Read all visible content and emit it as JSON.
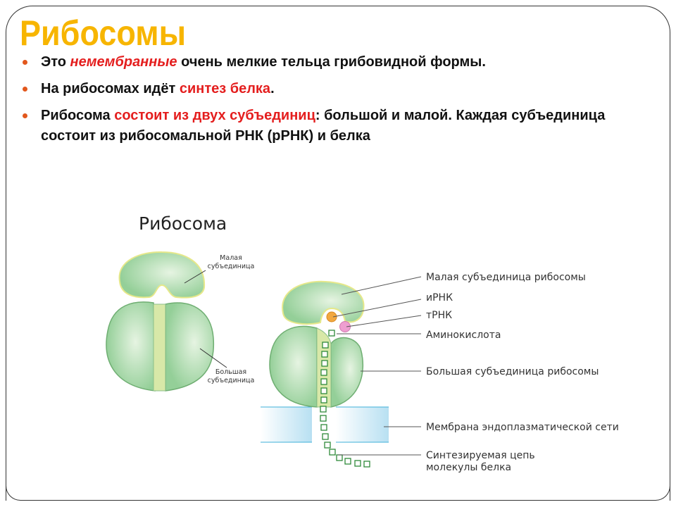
{
  "title": "Рибосомы",
  "bullets": [
    {
      "pre": "Это ",
      "em": "немембранные",
      "post": " очень мелкие тельца грибовидной формы."
    },
    {
      "pre": "На рибосомах идёт ",
      "em": "синтез белка",
      "post": "."
    },
    {
      "pre": "Рибосома ",
      "em": "состоит из двух субъединиц",
      "post": ": большой и малой. Каждая субъединица состоит из рибосомальной РНК (рРНК) и белка"
    }
  ],
  "figure_left": {
    "title": "Рибосома",
    "small_label": [
      "Малая",
      "субъединица"
    ],
    "large_label": [
      "Большая",
      "субъединица"
    ]
  },
  "figure_right": {
    "labels": [
      "Малая субъединица рибосомы",
      "иРНК",
      "тРНК",
      "Аминокислота",
      "Большая субъединица рибосомы",
      "Мембрана эндоплазматической сети"
    ],
    "chain_label": [
      "Синтезируемая цепь",
      "молекулы белка"
    ]
  },
  "colors": {
    "title": "#f7b500",
    "accent": "#e41e1e",
    "bullet": "#e2571c",
    "subunit": "#a8d8a8",
    "channel": "#d8e8a8",
    "membrane": "#c8e8f4"
  }
}
